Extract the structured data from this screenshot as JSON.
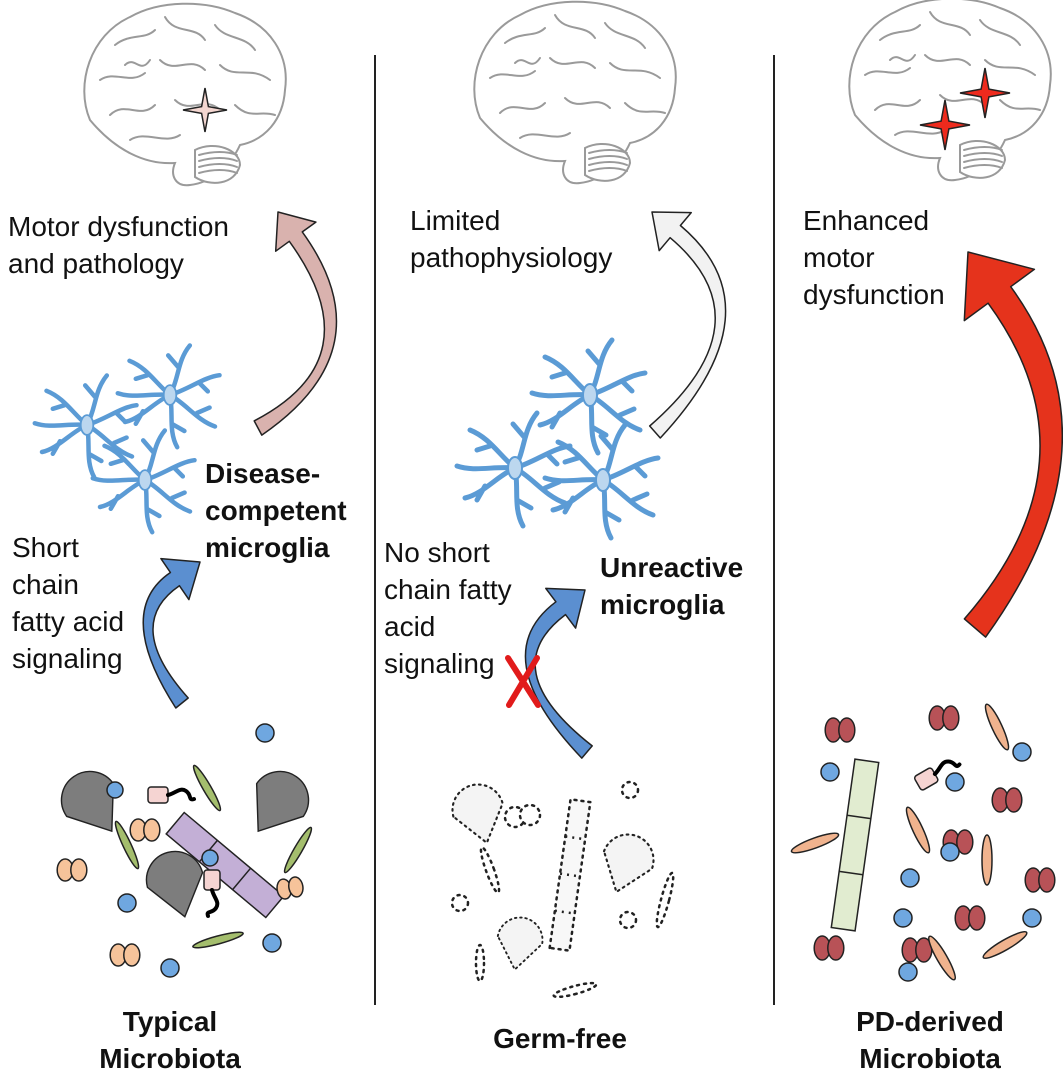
{
  "panels": {
    "typical": {
      "outcome": "Motor dysfunction\nand pathology",
      "microglia": "Disease-\ncompetent\nmicroglia",
      "signaling": "Short\nchain\nfatty acid\nsignaling",
      "microbiota": "Typical\nMicrobiota"
    },
    "germfree": {
      "outcome": "Limited\npathophysiology",
      "microglia": "Unreactive\nmicroglia",
      "signaling": "No short\nchain fatty\nacid\nsignaling",
      "block_mark": "X",
      "microbiota": "Germ-free"
    },
    "pd": {
      "outcome": "Enhanced\nmotor\ndysfunction",
      "microbiota": "PD-derived\nMicrobiota"
    }
  },
  "colors": {
    "microglia": "#5b9bd5",
    "microglia_body": "#bcd7ef",
    "arrow_blue": "#5b8fd0",
    "arrow_pink": "#d9b2ae",
    "arrow_white": "#f2f2f2",
    "arrow_red": "#e5331c",
    "star_pale": "#f3d6d0",
    "star_red": "#ee2a1d",
    "x_mark": "#e11b1b",
    "brain_line": "#9a9a9a",
    "bact_gray": "#7d7d7d",
    "bact_blue": "#6fa7e0",
    "bact_peach": "#f6c39a",
    "bact_green": "#a4be6d",
    "bact_lilac": "#c3afd6",
    "bact_dark_red": "#b85257",
    "bact_salmon": "#f0b38e",
    "bact_pale_green": "#e1ecd0",
    "outline": "#222222"
  },
  "icons": [
    "brain-icon",
    "star-icon",
    "microglia-icon",
    "bacteria-icon",
    "curved-arrow-icon",
    "x-mark-icon"
  ]
}
